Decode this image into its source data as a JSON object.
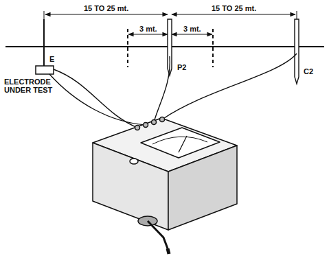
{
  "diagram": {
    "labels": [
      "15 TO 25 mt.",
      "3 mt.",
      "3 mt.",
      "15 TO 25 mt.",
      "E",
      "P2",
      "C2",
      "ELECTRODE UNDER TEST"
    ]
  }
}
